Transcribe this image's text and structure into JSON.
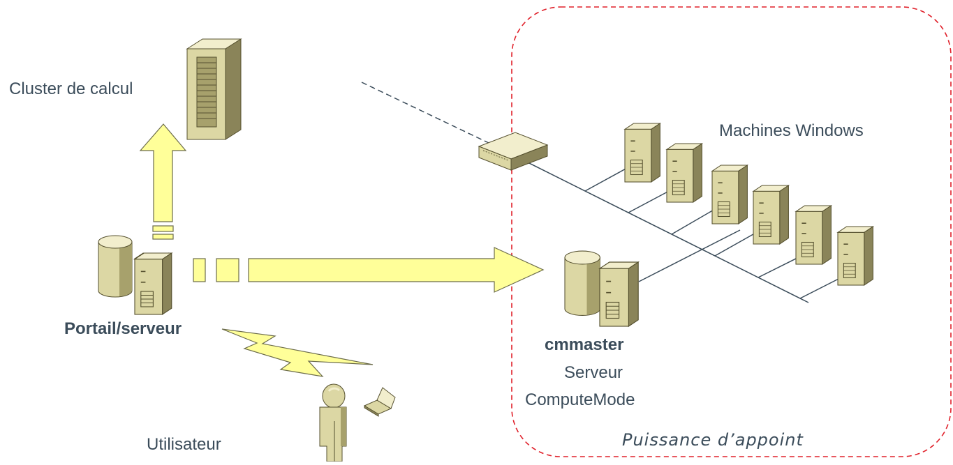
{
  "labels": {
    "cluster": "Cluster de calcul",
    "machines": "Machines Windows",
    "portail": "Portail/serveur",
    "cmmaster": "cmmaster",
    "serveur": "Serveur",
    "computemode": "ComputeMode",
    "utilisateur": "Utilisateur",
    "puissance": "Puissance d’appoint"
  },
  "colors": {
    "text": "#3b4c5a",
    "arrow_fill": "#ffff99",
    "arrow_stroke": "#6b6b4a",
    "machine_front": "#dcd7a4",
    "machine_side": "#8a8459",
    "machine_top": "#f2eecd",
    "network_line": "#3b4c5a",
    "boundary": "#e0202a"
  },
  "icons": {
    "cluster": "server-rack-icon",
    "portal": "database-server-icon",
    "switch": "network-switch-icon",
    "cmmaster": "database-server-icon",
    "windows_machines": "desktop-tower-icon",
    "user": "user-icon",
    "laptop": "laptop-icon",
    "lightning": "lightning-icon"
  }
}
